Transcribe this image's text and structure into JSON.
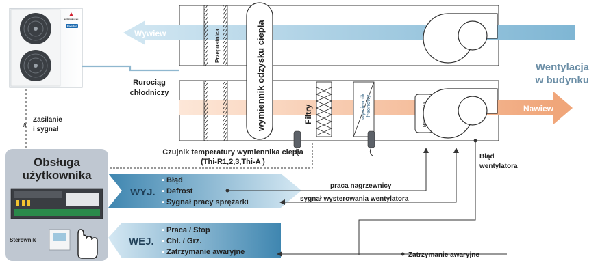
{
  "unit": {
    "brand": "MITSUBISHI",
    "badge": "Inverter"
  },
  "ahu": {
    "bypass": "Przepustnica",
    "heat_recovery": "wymiennik odzysku ciepła",
    "filters": "Filtry",
    "freon_exchanger_line1": "wymiennik",
    "freon_exchanger_line2": "freonowy",
    "heater": "Nagrzewnica"
  },
  "flows": {
    "exhaust": "Wywiew",
    "supply": "Nawiew",
    "building_line1": "Wentylacja",
    "building_line2": "w budynku"
  },
  "labels": {
    "pipe_line1": "Rurociąg",
    "pipe_line2": "chłodniczy",
    "power_line1": "Zasilanie",
    "power_line2": "i sygnał",
    "sensor_line1": "Czujnik temperatury wymiennika ciepła",
    "sensor_line2": "(Thi-R1,2,3,Thi-A )",
    "fan_error_line1": "Błąd",
    "fan_error_line2": "wentylatora",
    "heater_work": "praca nagrzewnicy",
    "fan_control": "sygnał wysterowania wentylatora",
    "emergency_stop": "Zatrzymanie awaryjne"
  },
  "user_panel": {
    "title_line1": "Obsługa",
    "title_line2": "użytkownika",
    "controller_label": "Sterownik"
  },
  "outputs": {
    "tag": "WYJ.",
    "items": [
      "Błąd",
      "Defrost",
      "Sygnał pracy sprężarki"
    ]
  },
  "inputs": {
    "tag": "WEJ.",
    "items": [
      "Praca / Stop",
      "Chł. / Grz.",
      "Zatrzymanie awaryjne"
    ]
  },
  "colors": {
    "blue_flow": "#8fc1dc",
    "orange_flow": "#f2b186",
    "panel_bg": "#bfc7d1",
    "arrow_blue": "#6fa9c9",
    "text_dark": "#222222",
    "text_steel": "#6b8ea6"
  }
}
